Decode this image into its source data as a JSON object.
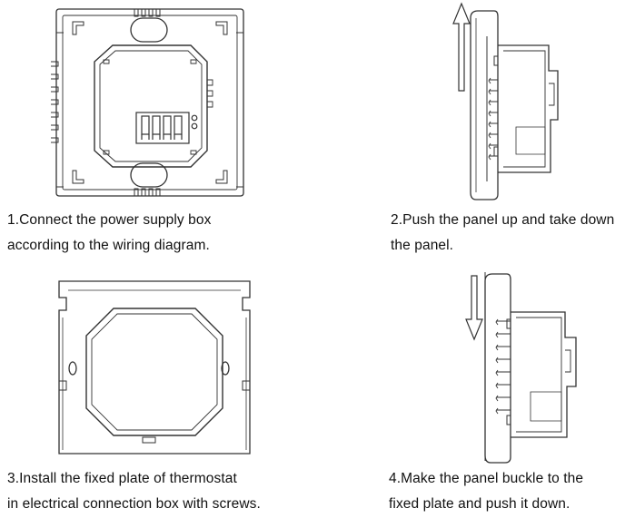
{
  "steps": [
    {
      "number": 1,
      "line1": "1.Connect the power supply box",
      "line2": "according to the wiring diagram."
    },
    {
      "number": 2,
      "line1": "2.Push the panel up and take down",
      "line2": "the panel."
    },
    {
      "number": 3,
      "line1": "3.Install the fixed plate of thermostat",
      "line2": "in electrical connection box with screws."
    },
    {
      "number": 4,
      "line1": "4.Make the panel buckle to the",
      "line2": "fixed plate and push it down."
    }
  ],
  "arrows": {
    "step2": "up",
    "step4": "down"
  },
  "colors": {
    "line": "#333333",
    "background": "#ffffff"
  }
}
